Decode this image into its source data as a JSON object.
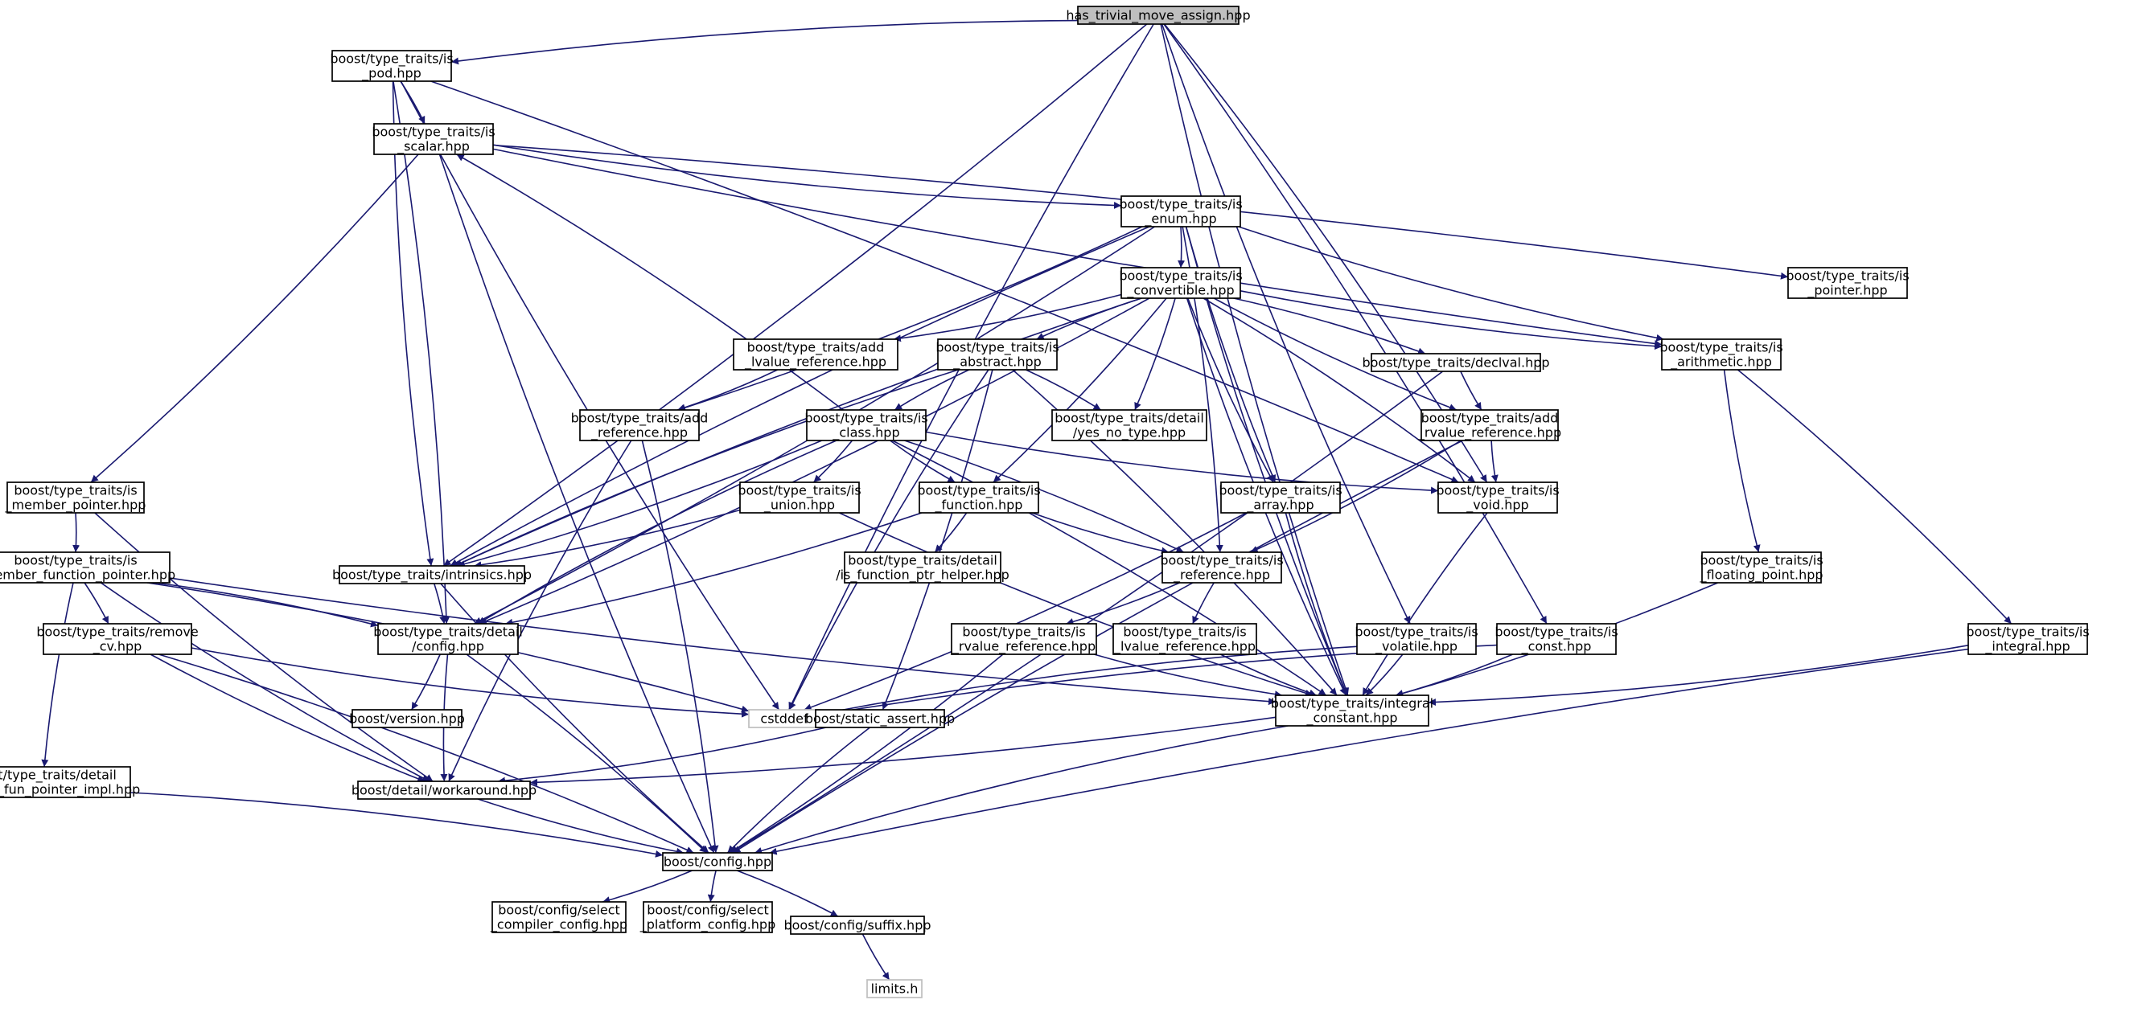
{
  "diagram": {
    "edge_color": "#191970",
    "root_fill": "#bfbfbf",
    "nodes": [
      {
        "id": "root",
        "lines": [
          "has_trivial_move_assign.hpp"
        ],
        "kind": "root"
      },
      {
        "id": "is_pod",
        "lines": [
          "boost/type_traits/is",
          "_pod.hpp"
        ]
      },
      {
        "id": "is_scalar",
        "lines": [
          "boost/type_traits/is",
          "_scalar.hpp"
        ]
      },
      {
        "id": "is_enum",
        "lines": [
          "boost/type_traits/is",
          "_enum.hpp"
        ]
      },
      {
        "id": "is_pointer",
        "lines": [
          "boost/type_traits/is",
          "_pointer.hpp"
        ]
      },
      {
        "id": "is_convertible",
        "lines": [
          "boost/type_traits/is",
          "_convertible.hpp"
        ]
      },
      {
        "id": "add_lvalue_reference",
        "lines": [
          "boost/type_traits/add",
          "_lvalue_reference.hpp"
        ]
      },
      {
        "id": "is_abstract",
        "lines": [
          "boost/type_traits/is",
          "_abstract.hpp"
        ]
      },
      {
        "id": "declval",
        "lines": [
          "boost/type_traits/declval.hpp"
        ]
      },
      {
        "id": "is_arithmetic",
        "lines": [
          "boost/type_traits/is",
          "_arithmetic.hpp"
        ]
      },
      {
        "id": "add_reference",
        "lines": [
          "boost/type_traits/add",
          "_reference.hpp"
        ]
      },
      {
        "id": "is_class",
        "lines": [
          "boost/type_traits/is",
          "_class.hpp"
        ]
      },
      {
        "id": "yes_no_type",
        "lines": [
          "boost/type_traits/detail",
          "/yes_no_type.hpp"
        ]
      },
      {
        "id": "add_rvalue_reference",
        "lines": [
          "boost/type_traits/add",
          "_rvalue_reference.hpp"
        ]
      },
      {
        "id": "is_member_pointer",
        "lines": [
          "boost/type_traits/is",
          "_member_pointer.hpp"
        ]
      },
      {
        "id": "is_union",
        "lines": [
          "boost/type_traits/is",
          "_union.hpp"
        ]
      },
      {
        "id": "is_function",
        "lines": [
          "boost/type_traits/is",
          "_function.hpp"
        ]
      },
      {
        "id": "is_array",
        "lines": [
          "boost/type_traits/is",
          "_array.hpp"
        ]
      },
      {
        "id": "is_void",
        "lines": [
          "boost/type_traits/is",
          "_void.hpp"
        ]
      },
      {
        "id": "is_member_function_pointer",
        "lines": [
          "boost/type_traits/is",
          "_member_function_pointer.hpp"
        ]
      },
      {
        "id": "intrinsics",
        "lines": [
          "boost/type_traits/intrinsics.hpp"
        ]
      },
      {
        "id": "is_function_ptr_helper",
        "lines": [
          "boost/type_traits/detail",
          "/is_function_ptr_helper.hpp"
        ]
      },
      {
        "id": "is_reference",
        "lines": [
          "boost/type_traits/is",
          "_reference.hpp"
        ]
      },
      {
        "id": "is_floating_point",
        "lines": [
          "boost/type_traits/is",
          "_floating_point.hpp"
        ]
      },
      {
        "id": "remove_cv",
        "lines": [
          "boost/type_traits/remove",
          "_cv.hpp"
        ]
      },
      {
        "id": "detail_config",
        "lines": [
          "boost/type_traits/detail",
          "/config.hpp"
        ]
      },
      {
        "id": "is_rvalue_reference",
        "lines": [
          "boost/type_traits/is",
          "_rvalue_reference.hpp"
        ]
      },
      {
        "id": "is_lvalue_reference",
        "lines": [
          "boost/type_traits/is",
          "_lvalue_reference.hpp"
        ]
      },
      {
        "id": "is_volatile",
        "lines": [
          "boost/type_traits/is",
          "_volatile.hpp"
        ]
      },
      {
        "id": "is_const",
        "lines": [
          "boost/type_traits/is",
          "_const.hpp"
        ]
      },
      {
        "id": "is_integral",
        "lines": [
          "boost/type_traits/is",
          "_integral.hpp"
        ]
      },
      {
        "id": "version",
        "lines": [
          "boost/version.hpp"
        ]
      },
      {
        "id": "cstddef",
        "lines": [
          "cstddef"
        ],
        "kind": "sys"
      },
      {
        "id": "static_assert",
        "lines": [
          "boost/static_assert.hpp"
        ]
      },
      {
        "id": "integral_constant",
        "lines": [
          "boost/type_traits/integral",
          "_constant.hpp"
        ]
      },
      {
        "id": "is_mem_fun_pointer_impl",
        "lines": [
          "boost/type_traits/detail",
          "/is_mem_fun_pointer_impl.hpp"
        ]
      },
      {
        "id": "workaround",
        "lines": [
          "boost/detail/workaround.hpp"
        ]
      },
      {
        "id": "config",
        "lines": [
          "boost/config.hpp"
        ]
      },
      {
        "id": "select_compiler_config",
        "lines": [
          "boost/config/select",
          "_compiler_config.hpp"
        ]
      },
      {
        "id": "select_platform_config",
        "lines": [
          "boost/config/select",
          "_platform_config.hpp"
        ]
      },
      {
        "id": "suffix",
        "lines": [
          "boost/config/suffix.hpp"
        ]
      },
      {
        "id": "limits",
        "lines": [
          "limits.h"
        ],
        "kind": "sys"
      }
    ],
    "edges": [
      [
        "root",
        "is_pod"
      ],
      [
        "root",
        "intrinsics"
      ],
      [
        "root",
        "cstddef"
      ],
      [
        "root",
        "is_void"
      ],
      [
        "root",
        "is_volatile"
      ],
      [
        "root",
        "is_const"
      ],
      [
        "root",
        "integral_constant"
      ],
      [
        "is_pod",
        "is_scalar"
      ],
      [
        "is_pod",
        "intrinsics"
      ],
      [
        "is_pod",
        "detail_config"
      ],
      [
        "is_pod",
        "cstddef"
      ],
      [
        "is_pod",
        "is_void"
      ],
      [
        "is_scalar",
        "is_enum"
      ],
      [
        "is_scalar",
        "is_pointer"
      ],
      [
        "is_scalar",
        "is_arithmetic"
      ],
      [
        "is_scalar",
        "is_member_pointer"
      ],
      [
        "is_scalar",
        "config"
      ],
      [
        "is_enum",
        "is_convertible"
      ],
      [
        "is_enum",
        "is_arithmetic"
      ],
      [
        "is_enum",
        "add_reference"
      ],
      [
        "is_enum",
        "intrinsics"
      ],
      [
        "is_enum",
        "detail_config"
      ],
      [
        "is_enum",
        "is_array"
      ],
      [
        "is_enum",
        "is_reference"
      ],
      [
        "is_enum",
        "integral_constant"
      ],
      [
        "is_convertible",
        "add_lvalue_reference"
      ],
      [
        "is_convertible",
        "is_abstract"
      ],
      [
        "is_convertible",
        "declval"
      ],
      [
        "is_convertible",
        "is_arithmetic"
      ],
      [
        "is_convertible",
        "yes_no_type"
      ],
      [
        "is_convertible",
        "add_rvalue_reference"
      ],
      [
        "is_convertible",
        "is_function"
      ],
      [
        "is_convertible",
        "is_array"
      ],
      [
        "is_convertible",
        "is_void"
      ],
      [
        "is_convertible",
        "intrinsics"
      ],
      [
        "is_convertible",
        "detail_config"
      ],
      [
        "is_convertible",
        "integral_constant"
      ],
      [
        "add_lvalue_reference",
        "add_reference"
      ],
      [
        "is_abstract",
        "is_class"
      ],
      [
        "is_abstract",
        "yes_no_type"
      ],
      [
        "is_abstract",
        "intrinsics"
      ],
      [
        "is_abstract",
        "static_assert"
      ],
      [
        "is_abstract",
        "cstddef"
      ],
      [
        "is_abstract",
        "integral_constant"
      ],
      [
        "declval",
        "add_rvalue_reference"
      ],
      [
        "declval",
        "config"
      ],
      [
        "is_arithmetic",
        "is_floating_point"
      ],
      [
        "is_arithmetic",
        "is_integral"
      ],
      [
        "add_reference",
        "workaround"
      ],
      [
        "add_reference",
        "config"
      ],
      [
        "is_class",
        "is_scalar"
      ],
      [
        "is_class",
        "is_union"
      ],
      [
        "is_class",
        "is_function"
      ],
      [
        "is_class",
        "is_reference"
      ],
      [
        "is_class",
        "is_void"
      ],
      [
        "is_class",
        "intrinsics"
      ],
      [
        "is_class",
        "detail_config"
      ],
      [
        "is_class",
        "integral_constant"
      ],
      [
        "add_rvalue_reference",
        "is_void"
      ],
      [
        "add_rvalue_reference",
        "is_reference"
      ],
      [
        "add_rvalue_reference",
        "config"
      ],
      [
        "is_member_pointer",
        "is_member_function_pointer"
      ],
      [
        "is_member_pointer",
        "workaround"
      ],
      [
        "is_union",
        "intrinsics"
      ],
      [
        "is_union",
        "integral_constant"
      ],
      [
        "is_function",
        "is_function_ptr_helper"
      ],
      [
        "is_function",
        "is_reference"
      ],
      [
        "is_function",
        "detail_config"
      ],
      [
        "is_array",
        "integral_constant"
      ],
      [
        "is_array",
        "cstddef"
      ],
      [
        "is_void",
        "integral_constant"
      ],
      [
        "is_member_function_pointer",
        "remove_cv"
      ],
      [
        "is_member_function_pointer",
        "is_mem_fun_pointer_impl"
      ],
      [
        "is_member_function_pointer",
        "detail_config"
      ],
      [
        "is_member_function_pointer",
        "workaround"
      ],
      [
        "is_member_function_pointer",
        "cstddef"
      ],
      [
        "is_member_function_pointer",
        "integral_constant"
      ],
      [
        "intrinsics",
        "detail_config"
      ],
      [
        "intrinsics",
        "config"
      ],
      [
        "is_reference",
        "is_rvalue_reference"
      ],
      [
        "is_reference",
        "is_lvalue_reference"
      ],
      [
        "is_floating_point",
        "integral_constant"
      ],
      [
        "remove_cv",
        "workaround"
      ],
      [
        "remove_cv",
        "config"
      ],
      [
        "remove_cv",
        "cstddef"
      ],
      [
        "detail_config",
        "version"
      ],
      [
        "detail_config",
        "workaround"
      ],
      [
        "detail_config",
        "config"
      ],
      [
        "is_rvalue_reference",
        "integral_constant"
      ],
      [
        "is_rvalue_reference",
        "config"
      ],
      [
        "is_lvalue_reference",
        "integral_constant"
      ],
      [
        "is_volatile",
        "integral_constant"
      ],
      [
        "is_volatile",
        "cstddef"
      ],
      [
        "is_const",
        "integral_constant"
      ],
      [
        "is_const",
        "cstddef"
      ],
      [
        "is_integral",
        "integral_constant"
      ],
      [
        "is_integral",
        "config"
      ],
      [
        "static_assert",
        "workaround"
      ],
      [
        "static_assert",
        "config"
      ],
      [
        "integral_constant",
        "workaround"
      ],
      [
        "integral_constant",
        "config"
      ],
      [
        "is_mem_fun_pointer_impl",
        "config"
      ],
      [
        "workaround",
        "config"
      ],
      [
        "config",
        "select_compiler_config"
      ],
      [
        "config",
        "select_platform_config"
      ],
      [
        "config",
        "suffix"
      ],
      [
        "suffix",
        "limits"
      ]
    ]
  }
}
